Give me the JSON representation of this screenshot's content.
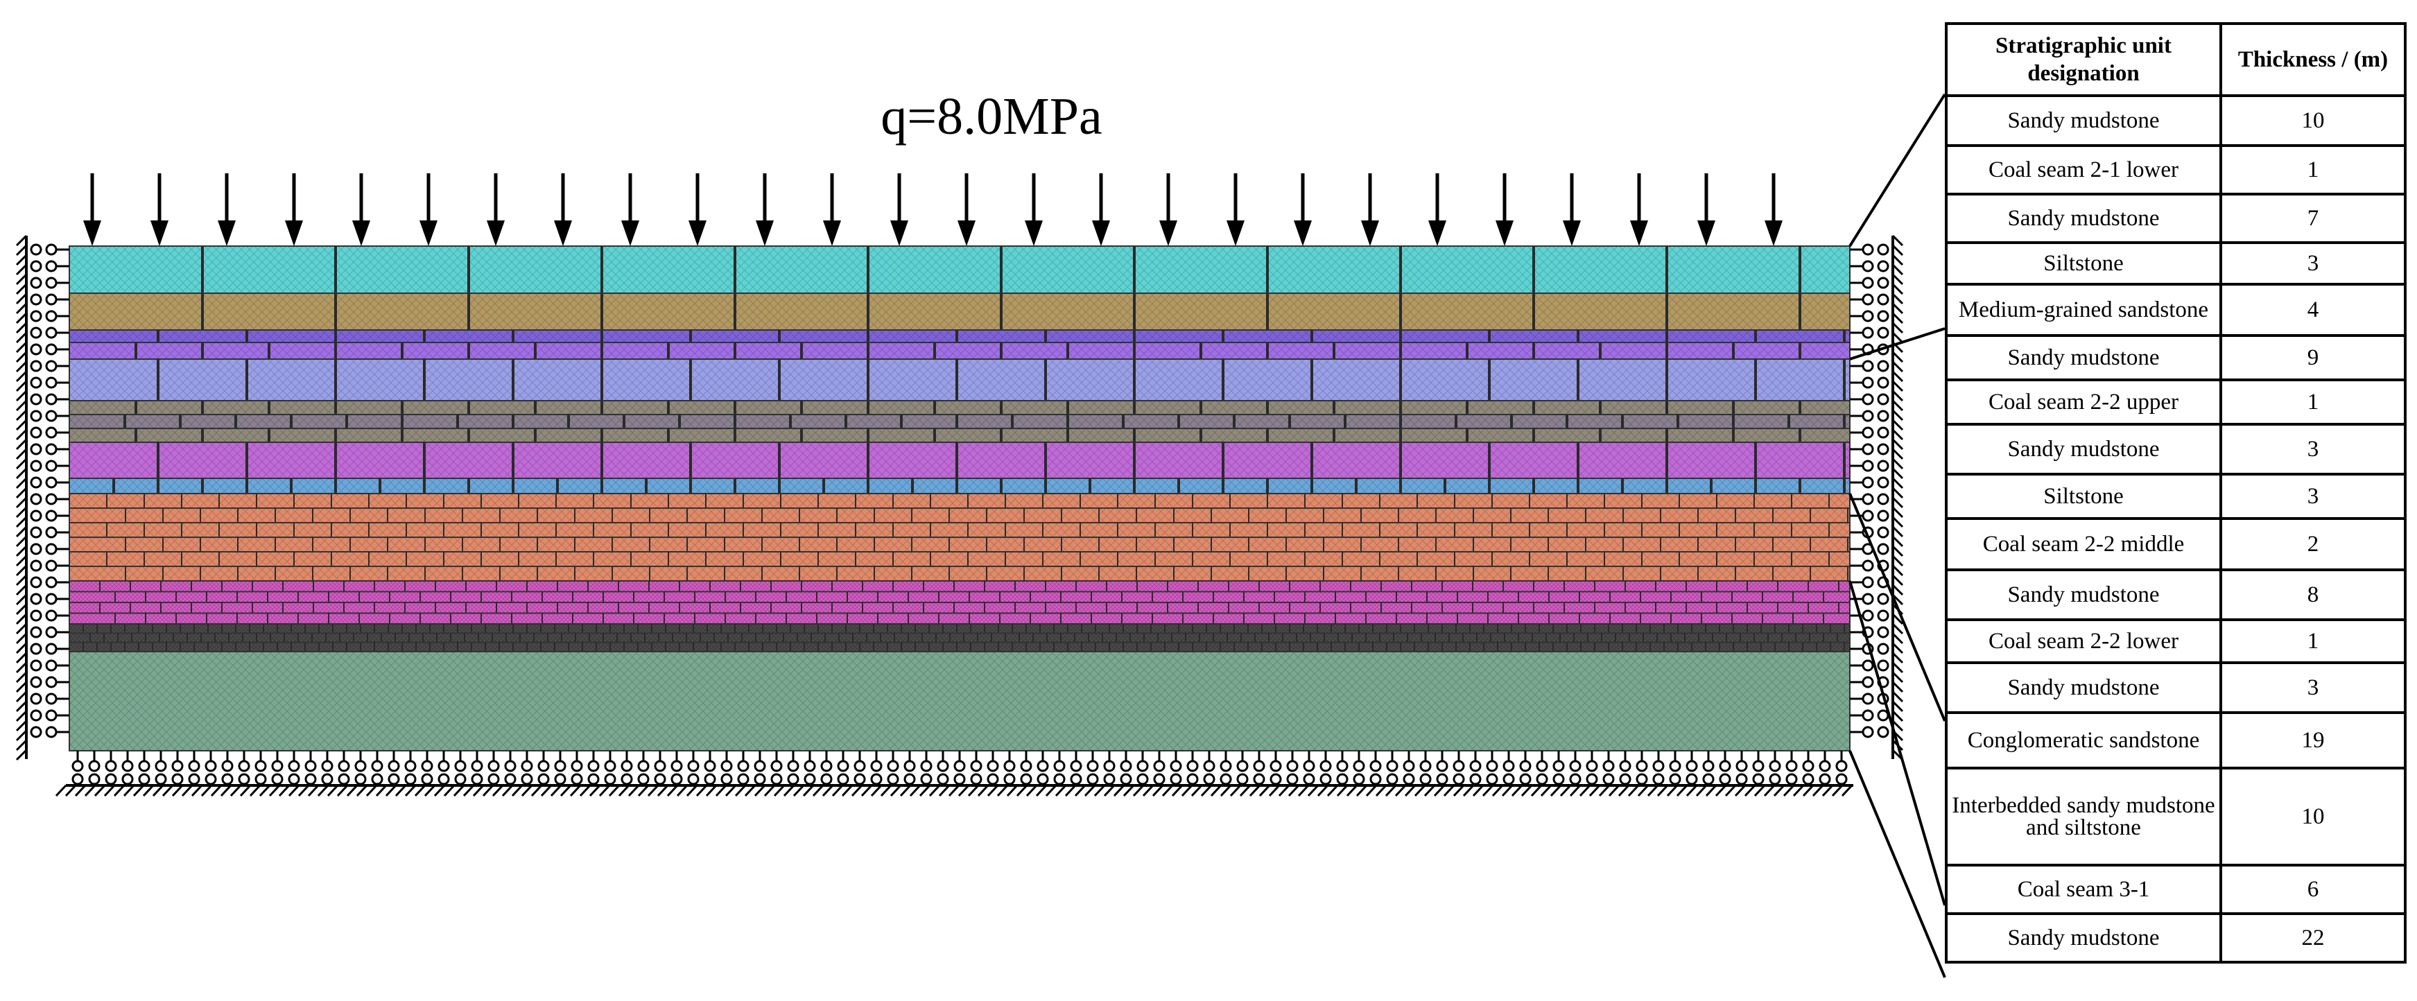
{
  "load_label": "q=8.0MPa",
  "table": {
    "header_unit": "Stratigraphic unit designation",
    "header_thickness": "Thickness / (m)",
    "rows": [
      {
        "unit": "Sandy mudstone",
        "thickness": "10"
      },
      {
        "unit": "Coal seam 2-1 lower",
        "thickness": "1"
      },
      {
        "unit": "Sandy mudstone",
        "thickness": "7"
      },
      {
        "unit": "Siltstone",
        "thickness": "3"
      },
      {
        "unit": "Medium-grained sandstone",
        "thickness": "4"
      },
      {
        "unit": "Sandy mudstone",
        "thickness": "9"
      },
      {
        "unit": "Coal seam 2-2 upper",
        "thickness": "1"
      },
      {
        "unit": "Sandy mudstone",
        "thickness": "3"
      },
      {
        "unit": "Siltstone",
        "thickness": "3"
      },
      {
        "unit": "Coal seam 2-2 middle",
        "thickness": "2"
      },
      {
        "unit": "Sandy mudstone",
        "thickness": "8"
      },
      {
        "unit": "Coal seam 2-2 lower",
        "thickness": "1"
      },
      {
        "unit": "Sandy mudstone",
        "thickness": "3"
      },
      {
        "unit": "Conglomeratic sandstone",
        "thickness": "19"
      },
      {
        "unit": "Interbedded sandy mudstone and siltstone",
        "thickness": "10"
      },
      {
        "unit": "Coal seam 3-1",
        "thickness": "6"
      },
      {
        "unit": "Sandy mudstone",
        "thickness": "22"
      }
    ]
  },
  "layer_colors": [
    "#5fd3d3",
    "#b39a63",
    "#7d63d8",
    "#a06fe6",
    "#9aa0e8",
    "#8f8a7a",
    "#8a8090",
    "#c06ad8",
    "#6aa8dc",
    "#e08a6a",
    "#d85cc8",
    "#4a4a4a",
    "#7aa890"
  ],
  "load_arrow_count": 26
}
